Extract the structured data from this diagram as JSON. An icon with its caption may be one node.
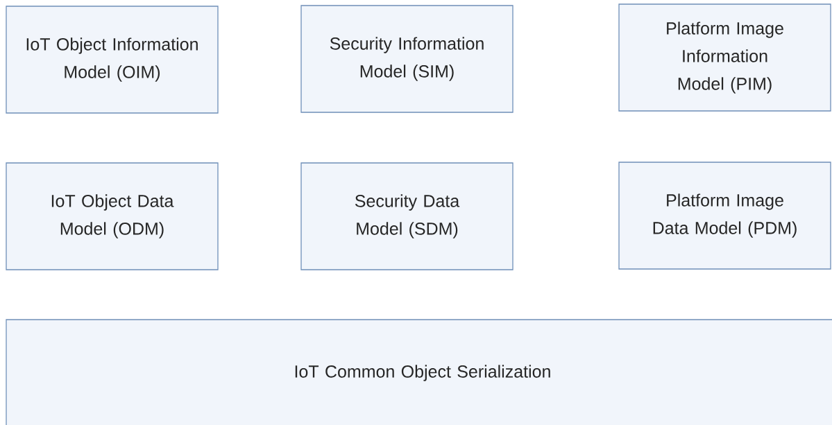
{
  "diagram": {
    "nodes": [
      {
        "text": [
          "IoT Object Information Model (OIM)"
        ]
      },
      {
        "text": [
          "Security Information Model (SIM)"
        ]
      },
      {
        "text": [
          "Platform Image Information Model (PIM)"
        ]
      },
      {
        "text": [
          "IoT Object Data Model (ODM)"
        ]
      },
      {
        "text": [
          "Security Data Model (SDM)"
        ]
      },
      {
        "text": [
          "Platform Image Data Model (PDM)"
        ]
      },
      {
        "text": [
          "IoT Common Object Serialization"
        ]
      }
    ]
  }
}
